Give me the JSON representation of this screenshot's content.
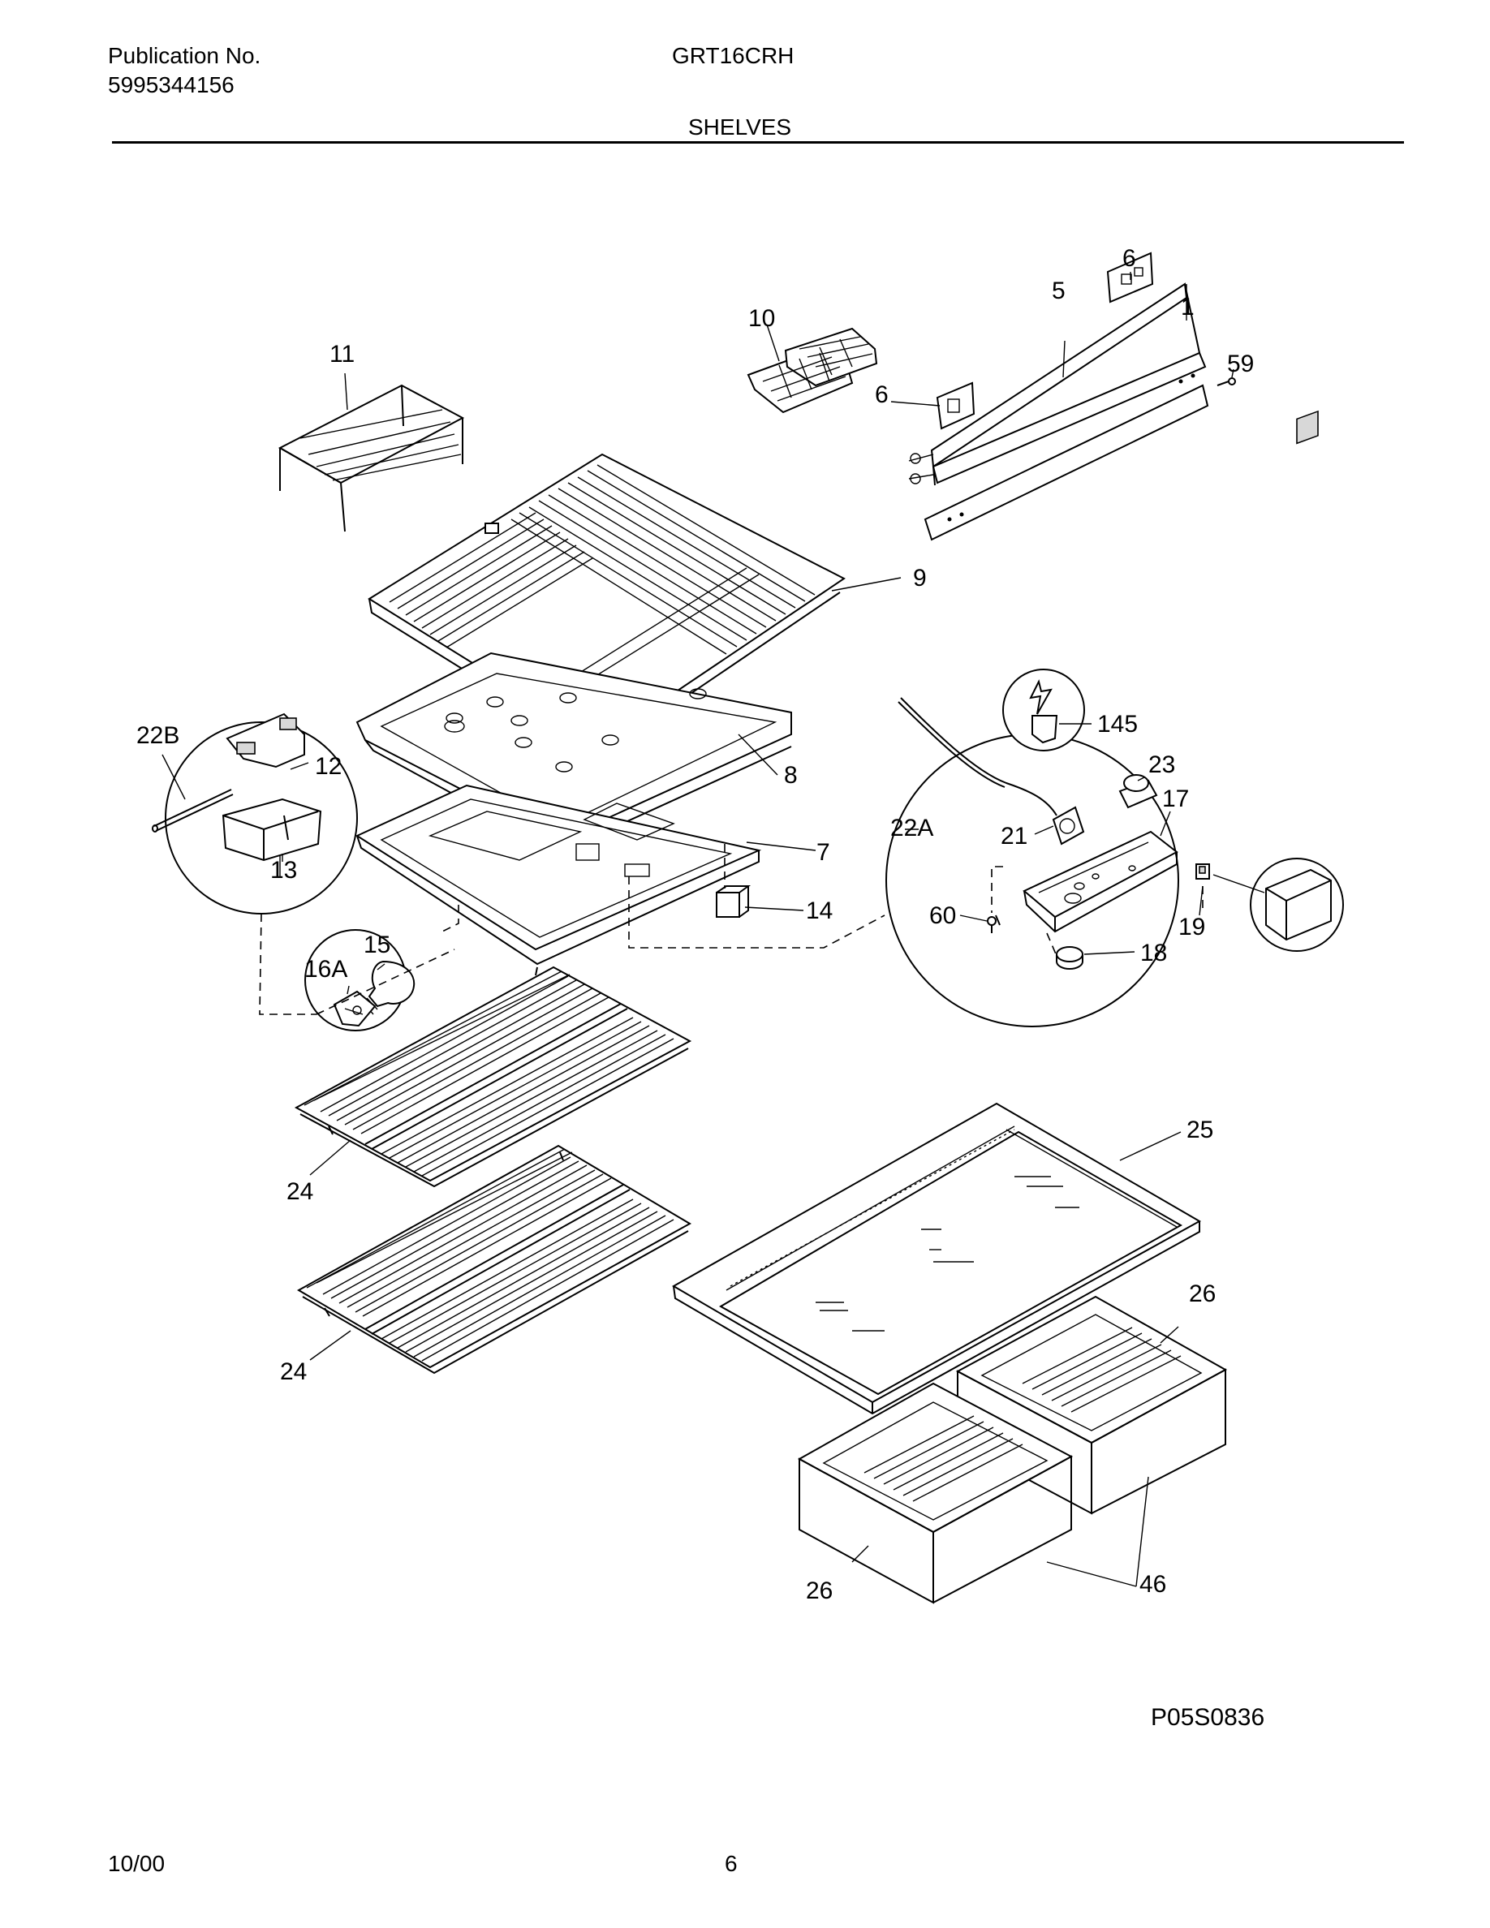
{
  "header": {
    "publication_label": "Publication No.",
    "publication_number": "5995344156",
    "model": "GRT16CRH",
    "section_title": "SHELVES"
  },
  "callouts": [
    "11",
    "10",
    "6",
    "5",
    "1",
    "59",
    "6",
    "9",
    "8",
    "7",
    "12",
    "22B",
    "13",
    "14",
    "15",
    "16A",
    "145",
    "23",
    "17",
    "22A",
    "21",
    "60",
    "19",
    "18",
    "25",
    "24",
    "24",
    "26",
    "26",
    "46"
  ],
  "figure_code": "P05S0836",
  "footer": {
    "date": "10/00",
    "page_number": "6"
  }
}
